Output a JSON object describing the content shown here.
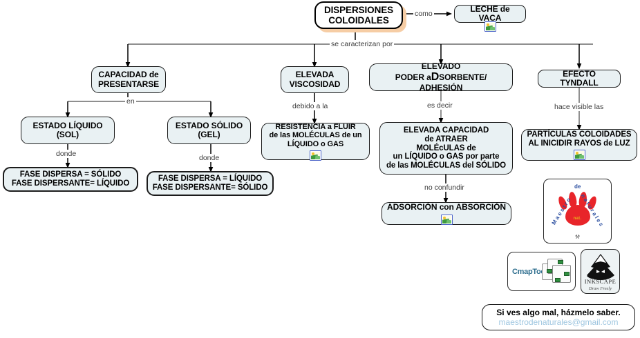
{
  "map": {
    "title": "DISPERSIONES COLOIDALES",
    "example_node": "LECHE de VACA",
    "root_link_label": "como",
    "branch_link_label": "se caracterizan por"
  },
  "nodes": {
    "capacidad": "CAPACIDAD de\nPRESENTARSE",
    "viscosidad": "ELEVADA\nVISCOSIDAD",
    "adsorbente_l1": "ELEVADO",
    "adsorbente_l2a": "PODER a",
    "adsorbente_l2b": "D",
    "adsorbente_l2c": "SORBENTE/ ADHESIÓN",
    "tyndall": "EFECTO TYNDALL",
    "estado_liquido": "ESTADO LÍQUIDO\n(SOL)",
    "estado_solido": "ESTADO SÓLIDO\n(GEL)",
    "resistencia": "RESISTENCIA a FLUIR\nde las MOLÉCULAS de un\nLÍQUIDO o GAS",
    "capacidad_atraer": "ELEVADA CAPACIDAD\nde ATRAER\nMOLÉcULAS de\nun LÍQUIDO o GAS por parte\nde las MOLÉCULAS del SÓLIDO",
    "particulas": "PARTÍCULAS COLOIDADES\nAL INICIDIR RAYOS de LUZ",
    "fase_sol": "FASE DISPERSA = SÓLIDO\nFASE DISPERSANTE= LÍQUIDO",
    "fase_gel": "FASE DISPERSA = LÍQUIDO\nFASE DISPERSANTE= SÓLIDO",
    "adsorcion": "ADSORCIÓN con ABSORCIÓN"
  },
  "link_labels": {
    "en": "en",
    "donde_sol": "donde",
    "donde_gel": "donde",
    "debido_a_la": "debido a la",
    "es_decir": "es decir",
    "hace_visible_las": "hace visible las",
    "no_confundir": "no confundir"
  },
  "logos": {
    "paw": {
      "word_left": "M a e s t r o",
      "word_mid": "de",
      "word_right": "n a t u r a l e s",
      "center_mark": "nat.",
      "bottom_mark": "⚒"
    },
    "cmap": {
      "name": "CmapTools"
    },
    "inkscape": {
      "name": "INKSCAPE",
      "tagline": "Draw Freely"
    }
  },
  "footer": {
    "line1": "Si ves algo mal, házmelo saber.",
    "line2": "maestrodenaturales@gmail.com"
  },
  "icons": {
    "picture": "picture-icon"
  },
  "colors": {
    "node_fill": "#e9f1f3",
    "node_border": "#1b1b1b",
    "title_shadow": "#f6cda5",
    "edge": "#000000",
    "edge_label_text": "#3a3a3a",
    "email_text": "#9ec6e0",
    "paw_red": "#e8252a",
    "cmap_blue": "#2f6f8f"
  }
}
